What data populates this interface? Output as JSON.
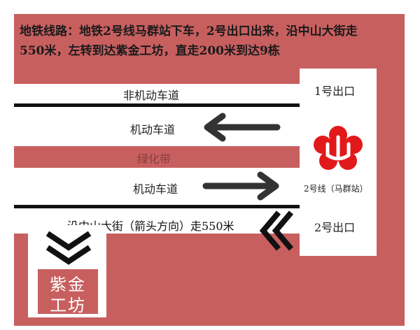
{
  "route": {
    "line1": "地铁线路：地铁2号线马群站下车，2号出口出来，沿中山大街走",
    "line2": "550米，左转到达紫金工坊，直走200米到达9栋"
  },
  "roads": {
    "non_motor_lane": "非机动车道",
    "motor_lane_upper": "机动车道",
    "green_belt": "绿化带",
    "motor_lane_lower": "机动车道"
  },
  "station": {
    "exit_1": "1号出口",
    "name": "2号线（马群站）",
    "exit_2": "2号出口"
  },
  "direction": {
    "text": "沿中山大街（箭头方向）走550米"
  },
  "destination": {
    "line1": "紫金",
    "line2": "工坊"
  },
  "colors": {
    "background": "#c85f5f",
    "metro_logo": "#e2191b",
    "road": "#ffffff",
    "arrow": "#333333"
  },
  "icons": {
    "metro": "nanjing-metro-logo-icon",
    "arrows": [
      "arrow-left-icon",
      "arrow-right-icon",
      "double-chevron-left-icon",
      "double-chevron-down-icon"
    ]
  }
}
